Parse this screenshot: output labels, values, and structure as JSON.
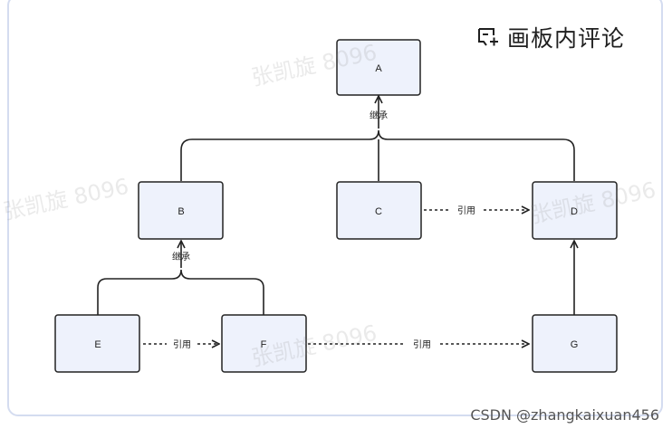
{
  "toolbar": {
    "board_comment_label": "画板内评论",
    "board_comment_icon": "comment-plus-icon"
  },
  "nodes": {
    "a": "A",
    "b": "B",
    "c": "C",
    "d": "D",
    "e": "E",
    "f": "F",
    "g": "G"
  },
  "edges": {
    "inherit_top": "继承",
    "inherit_b": "继承",
    "ref_cd": "引用",
    "ref_ef": "引用",
    "ref_fg": "引用"
  },
  "watermark": {
    "text": "张凯旋 8096"
  },
  "credit": "CSDN @zhangkaixuan456",
  "colors": {
    "node_fill": "#eef2fc",
    "node_stroke": "#222222",
    "frame": "#d4dcf0"
  }
}
